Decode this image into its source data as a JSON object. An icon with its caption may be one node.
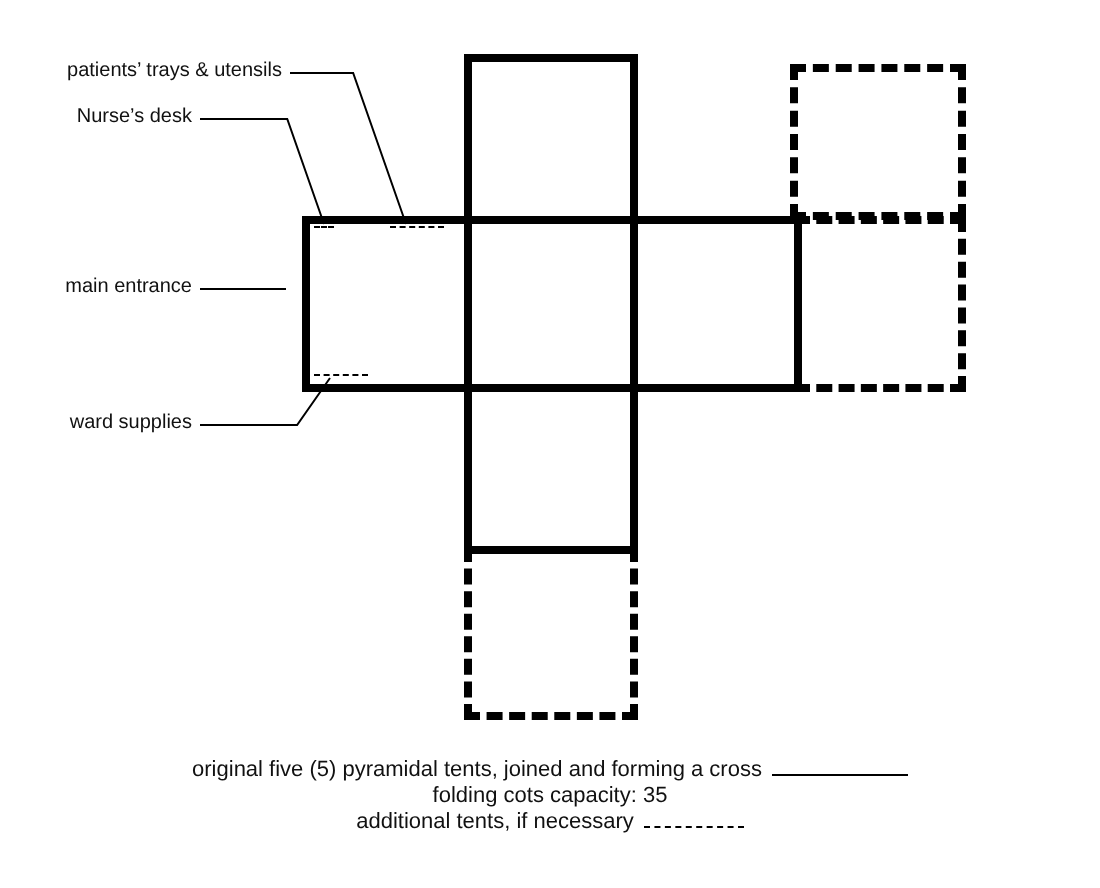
{
  "diagram": {
    "nodes": [
      {
        "text": [
          "patients’ trays & utensils"
        ]
      },
      {
        "text": [
          "Nurse’s desk"
        ]
      },
      {
        "text": [
          "main entrance"
        ]
      },
      {
        "text": [
          "ward supplies"
        ]
      },
      {
        "text": [],
        "shape": "box"
      },
      {
        "text": [],
        "shape": "box"
      },
      {
        "text": [],
        "shape": "box"
      },
      {
        "text": [],
        "shape": "box"
      },
      {
        "text": [],
        "shape": "box"
      },
      {
        "text": [],
        "shape": "box"
      },
      {
        "text": [],
        "shape": "box"
      },
      {
        "text": [],
        "shape": "box"
      },
      {
        "text": [],
        "shape": "bar",
        "in": 6
      },
      {
        "text": [],
        "shape": "bar",
        "in": 6
      },
      {
        "text": [],
        "shape": "bar",
        "in": 6
      }
    ],
    "edges": [
      {
        "from": 0,
        "to": 13,
        "arrow": "none"
      },
      {
        "from": 1,
        "to": 12,
        "arrow": "none"
      },
      {
        "from": 2,
        "to": 6,
        "arrow": "none"
      },
      {
        "from": 3,
        "to": 14,
        "arrow": "none"
      }
    ],
    "labels": [
      "folding cots capacity: 35"
    ],
    "legend": [
      {
        "text": "original five (5) pyramidal tents, joined and forming a cross"
      },
      {
        "text": "additional tents, if necessary"
      }
    ]
  }
}
